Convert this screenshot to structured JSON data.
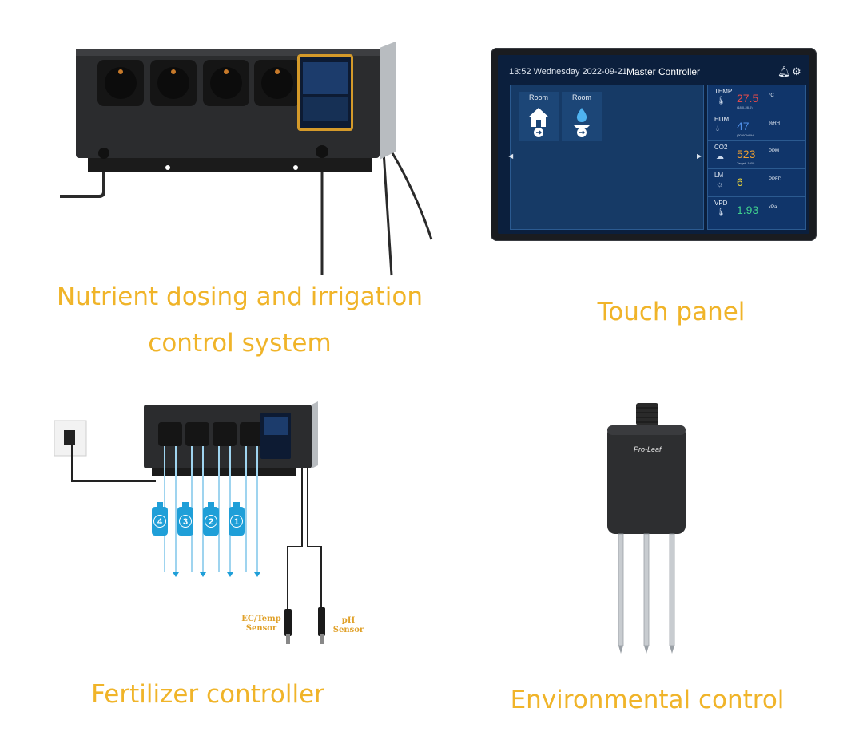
{
  "captions": {
    "dosing_line1": "Nutrient dosing and irrigation",
    "dosing_line2": "control system",
    "touch_panel": "Touch panel",
    "fertilizer": "Fertilizer controller",
    "environmental": "Environmental control"
  },
  "touch_panel_screen": {
    "status": "13:52 Wednesday 2022-09-21",
    "title": "Master Controller",
    "tiles": [
      {
        "label": "Room",
        "icon": "house-icon"
      },
      {
        "label": "Room",
        "icon": "water-drop-icon"
      }
    ],
    "readings": [
      {
        "label": "TEMP",
        "value": "27.5",
        "unit": "°C",
        "sub": "(18.0-28.0)",
        "color": "#e24b4b"
      },
      {
        "label": "HUMI",
        "value": "47",
        "unit": "%RH",
        "sub": "(30-60%RH)",
        "color": "#4f8fe8"
      },
      {
        "label": "CO2",
        "value": "523",
        "unit": "PPM",
        "sub": "Target: 1000",
        "color": "#f0a030"
      },
      {
        "label": "LM",
        "value": "6",
        "unit": "PPFD",
        "sub": "",
        "color": "#e8d23a"
      },
      {
        "label": "VPD",
        "value": "1.93",
        "unit": "kPa",
        "sub": "",
        "color": "#3fcf8e"
      }
    ]
  },
  "fertilizer_diagram": {
    "bottles": [
      "4",
      "3",
      "2",
      "1"
    ],
    "sensor_ec": [
      "EC/Temp",
      "Sensor"
    ],
    "sensor_ph": [
      "pH",
      "Sensor"
    ]
  },
  "soil_sensor": {
    "brand": "Pro-Leaf"
  },
  "colors": {
    "caption": "#f0b429",
    "panel_blue": "#163a66",
    "bottle_blue": "#1f9fd8"
  }
}
